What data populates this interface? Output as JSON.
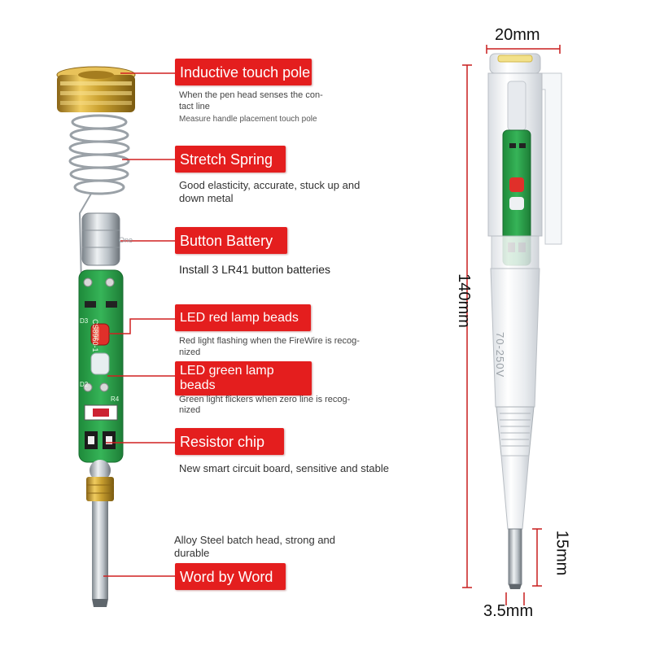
{
  "callouts": [
    {
      "label": "Inductive touch pole",
      "desc": [
        "When the pen head senses the con-",
        "tact line"
      ],
      "note": "Measure handle placement touch pole"
    },
    {
      "label": "Stretch Spring",
      "desc": [
        "Good elasticity, accurate, stuck up and",
        "down metal"
      ]
    },
    {
      "label": "Button Battery",
      "desc": [
        "Install 3 LR41 button batteries"
      ],
      "battery_mark": "One"
    },
    {
      "label": "LED red lamp beads",
      "desc": [
        "Red light flashing when the FireWire is recog-",
        "nized"
      ]
    },
    {
      "label": "LED green lamp beads",
      "desc": [
        "Green light flickers when zero line is recog-",
        "nized"
      ]
    },
    {
      "label": "Resistor chip",
      "desc": [
        "New smart circuit board, sensitive and stable"
      ]
    },
    {
      "label": "Word by Word",
      "desc": [
        "Alloy Steel batch head, strong and",
        "durable"
      ]
    }
  ],
  "pcb": {
    "model": "CS8960-1",
    "d3": "D3",
    "d2": "D2",
    "r4": "R4"
  },
  "pen": {
    "body_print": "70-250V"
  },
  "dimensions": {
    "width_top": "20mm",
    "length": "140mm",
    "tip_length": "15mm",
    "tip_width": "3.5mm"
  },
  "colors": {
    "label_red": "#e41e1e",
    "pcb_green": "#2fa84f",
    "brass": "#c9a030",
    "dim_line": "#c81e1e"
  }
}
